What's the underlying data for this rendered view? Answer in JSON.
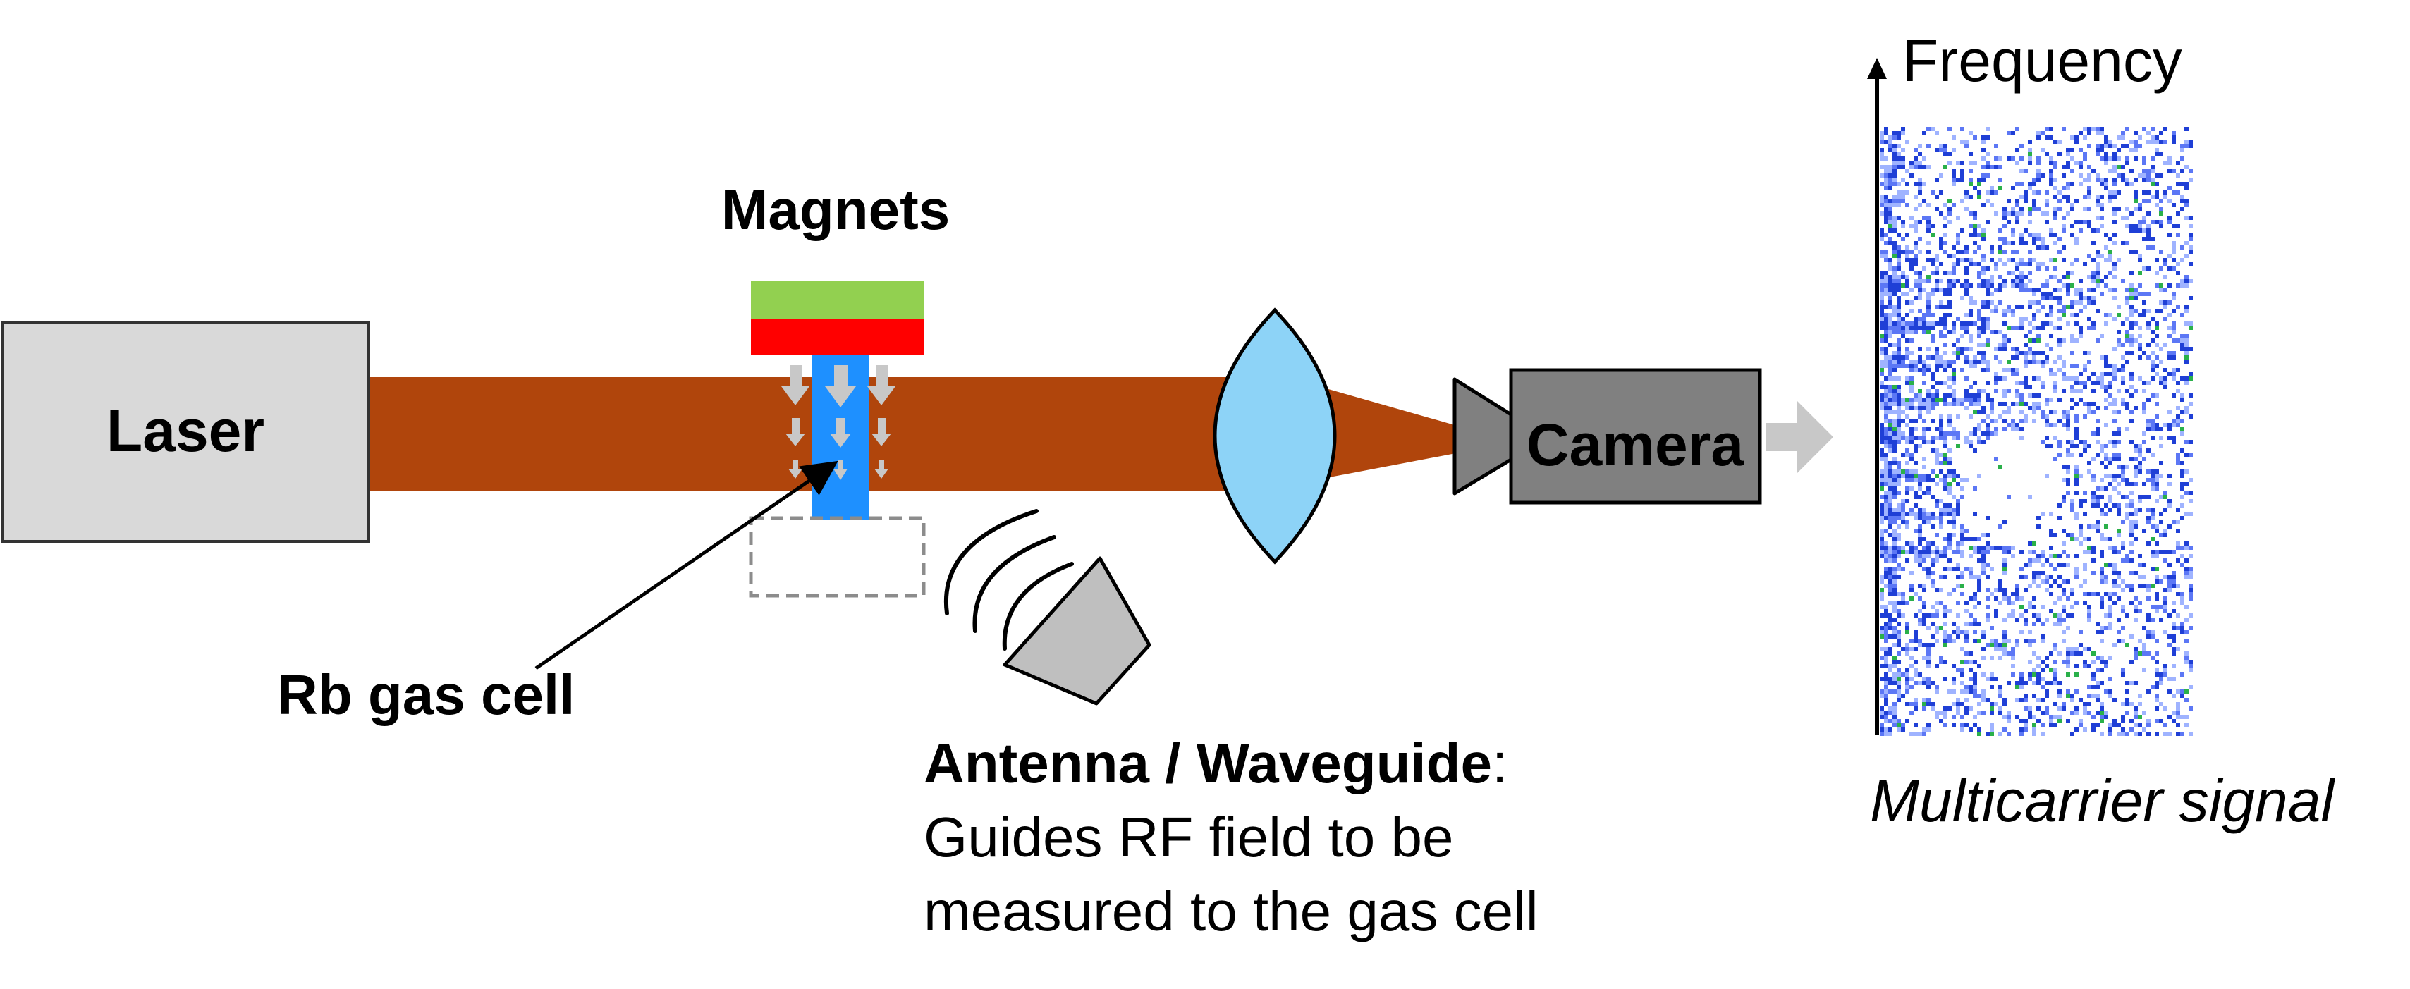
{
  "labels": {
    "laser": "Laser",
    "magnets": "Magnets",
    "camera": "Camera",
    "rb_gas_cell": "Rb gas cell",
    "antenna_title": "Antenna / Waveguide",
    "antenna_colon": ":",
    "antenna_desc_line1": "Guides RF field to be",
    "antenna_desc_line2": "measured to the gas cell",
    "frequency_axis": "Frequency",
    "signal_caption": "Multicarrier signal"
  },
  "icons": {
    "laser": "laser-box",
    "magnets": "magnet-bar",
    "gas_cell": "rb-gas-cell",
    "lens": "convex-lens",
    "camera": "camera",
    "antenna": "horn-antenna",
    "rf_waves": "rf-wave-arcs",
    "output_arrow": "output-arrow",
    "spectrogram": "spectrogram-image"
  },
  "colors": {
    "laser_box": "#d9d9d9",
    "beam": "#b0450c",
    "magnet_top": "#92d050",
    "magnet_bottom": "#ff0000",
    "gas_cell": "#1e90ff",
    "field_arrows": "#c0c0c0",
    "lens": "#8dd3f7",
    "camera_body": "#808080",
    "antenna": "#bfbfbf",
    "spectrogram_dots": "#1f3fd6"
  }
}
